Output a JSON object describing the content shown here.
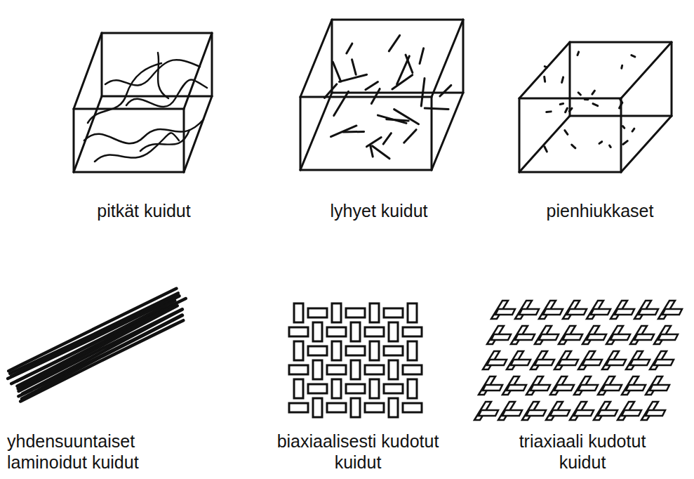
{
  "diagram": {
    "labels": [
      "pitkät kuidut",
      "lyhyet kuidut",
      "pienhiukkaset",
      "yhdensuuntaiset laminoidut kuidut",
      "biaxiaalisesti kudotut kuidut",
      "triaxiaali kudotut kuidut"
    ]
  }
}
